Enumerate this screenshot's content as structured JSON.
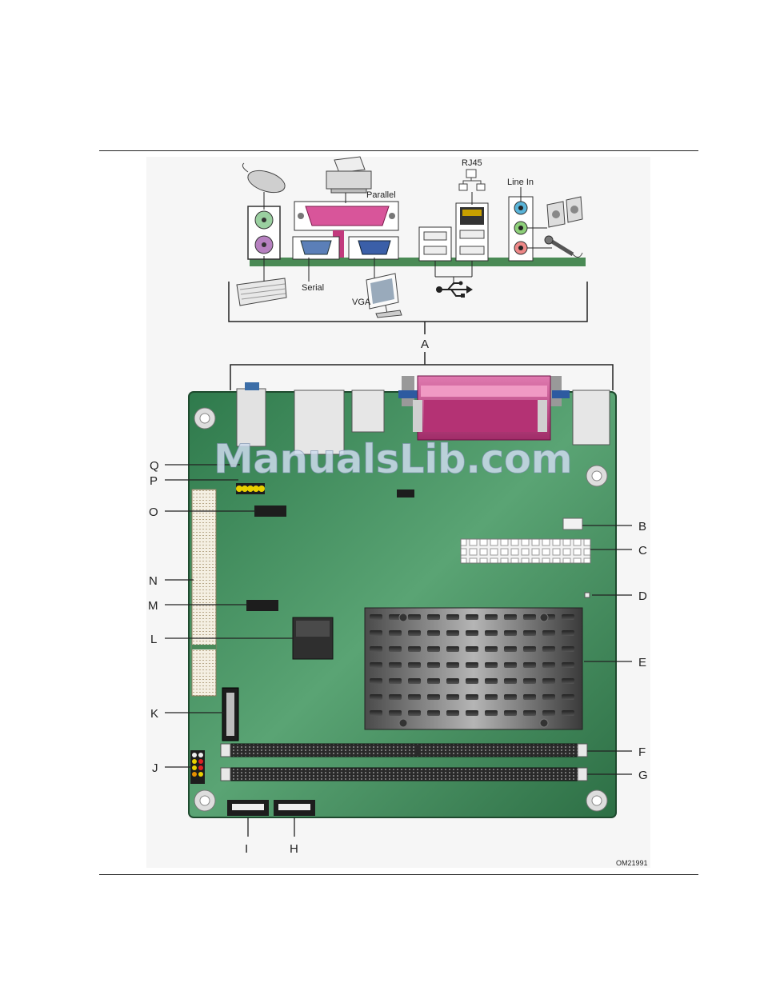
{
  "panel_labels": {
    "parallel": "Parallel",
    "serial": "Serial",
    "vga": "VGA",
    "rj45": "RJ45",
    "line_in": "Line In"
  },
  "callouts": {
    "A": "A",
    "B": "B",
    "C": "C",
    "D": "D",
    "E": "E",
    "F": "F",
    "G": "G",
    "H": "H",
    "I": "I",
    "J": "J",
    "K": "K",
    "L": "L",
    "M": "M",
    "N": "N",
    "O": "O",
    "P": "P",
    "Q": "Q"
  },
  "figure_id": "OM21991",
  "watermark": "ManualsLib.com",
  "colors": {
    "board_green": "#3f8a5a",
    "parallel_pink": "#c23a7d",
    "vga_blue": "#3b5fa8",
    "serial_blue": "#5b7fb8",
    "ps2_purple": "#b680c0",
    "ps2_green": "#9ad0a0",
    "header_yellow": "#e8d000"
  }
}
